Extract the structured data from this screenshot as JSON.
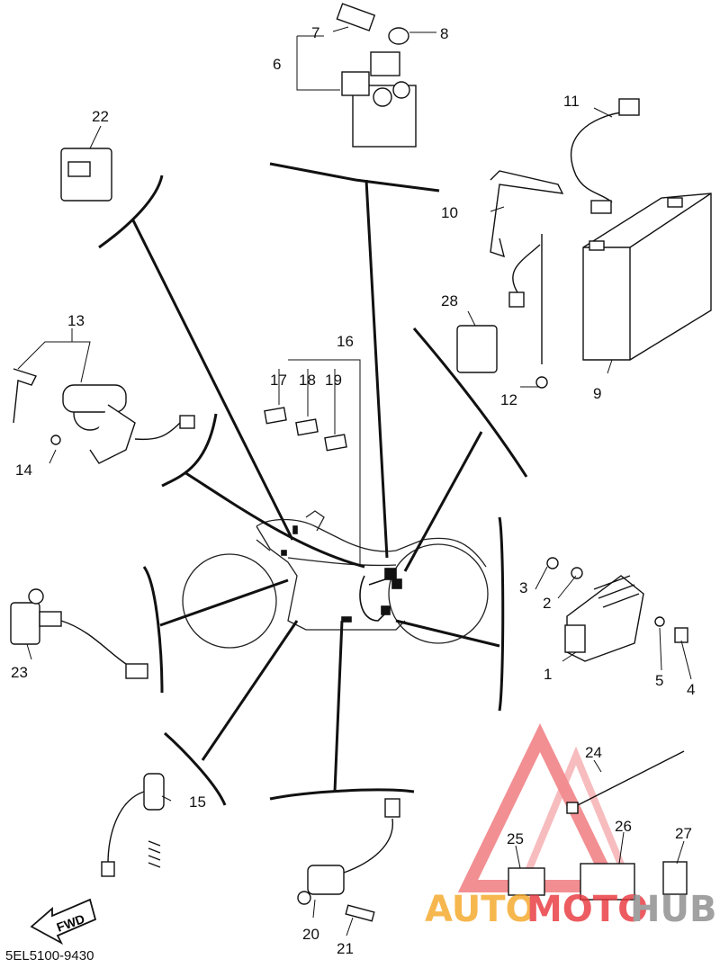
{
  "diagram": {
    "part_code": "5EL5100-9430",
    "fwd_label": "FWD",
    "callouts": [
      "1",
      "2",
      "3",
      "4",
      "5",
      "6",
      "7",
      "8",
      "9",
      "10",
      "11",
      "12",
      "13",
      "14",
      "15",
      "16",
      "17",
      "18",
      "19",
      "20",
      "21",
      "22",
      "23",
      "24",
      "25",
      "26",
      "27",
      "28"
    ]
  },
  "watermark": {
    "part1": "AUTO",
    "part2": "MOTO",
    "part3": "HUB",
    "colors": {
      "orange": "#f5a623",
      "red": "#e8343a",
      "gray": "#8a8a8a"
    }
  }
}
